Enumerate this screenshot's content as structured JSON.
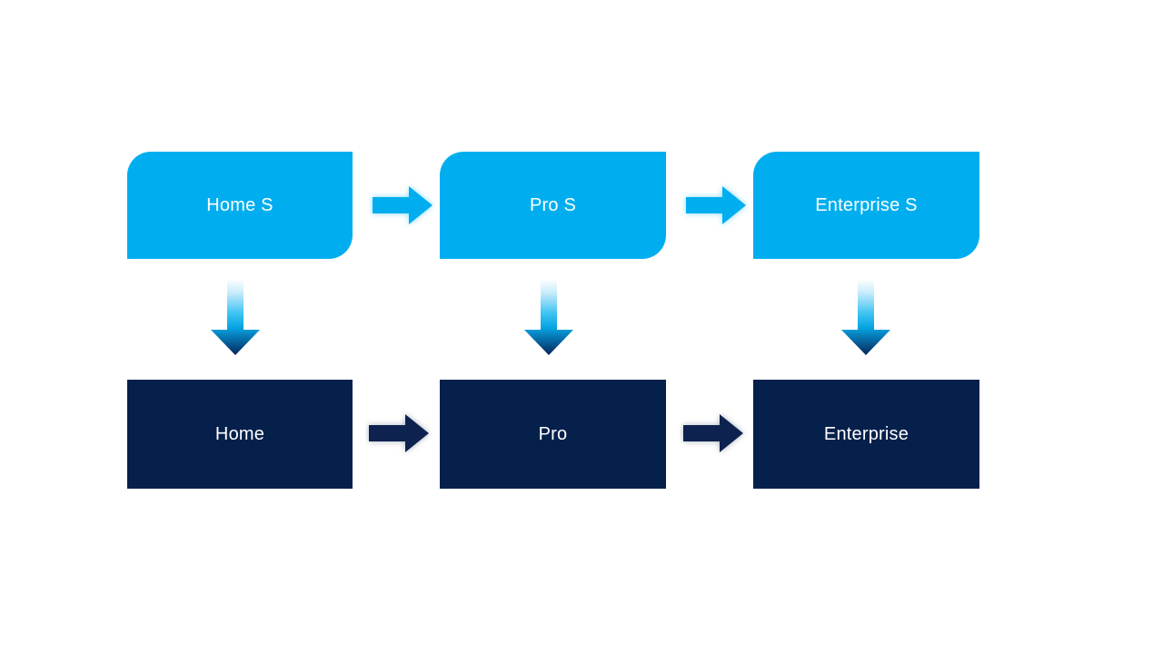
{
  "diagram": {
    "background_color": "#ffffff",
    "palette": {
      "service_box": "#00aeef",
      "product_box": "#06204c",
      "service_arrow": "#00aeef",
      "product_arrow": "#0b2350",
      "gradient_top": "#ffffff",
      "gradient_mid": "#00aeef",
      "gradient_bottom": "#0a2a5e",
      "label_text": "#ffffff"
    },
    "rows": [
      {
        "row_name": "service-tier-row",
        "nodes": [
          {
            "id": "home-s",
            "label": "Home S"
          },
          {
            "id": "pro-s",
            "label": "Pro S"
          },
          {
            "id": "enterprise-s",
            "label": "Enterprise S"
          }
        ],
        "connector_icon": "arrow-right-icon",
        "connector_count": 2
      },
      {
        "row_name": "product-tier-row",
        "nodes": [
          {
            "id": "home",
            "label": "Home"
          },
          {
            "id": "pro",
            "label": "Pro"
          },
          {
            "id": "enterprise",
            "label": "Enterprise"
          }
        ],
        "connector_icon": "arrow-right-icon",
        "connector_count": 2
      }
    ],
    "vertical_connectors": [
      {
        "id": "home-s-to-home",
        "icon": "arrow-down-icon"
      },
      {
        "id": "pro-s-to-pro",
        "icon": "arrow-down-icon"
      },
      {
        "id": "enterprise-s-to-enterprise",
        "icon": "arrow-down-icon"
      }
    ]
  }
}
